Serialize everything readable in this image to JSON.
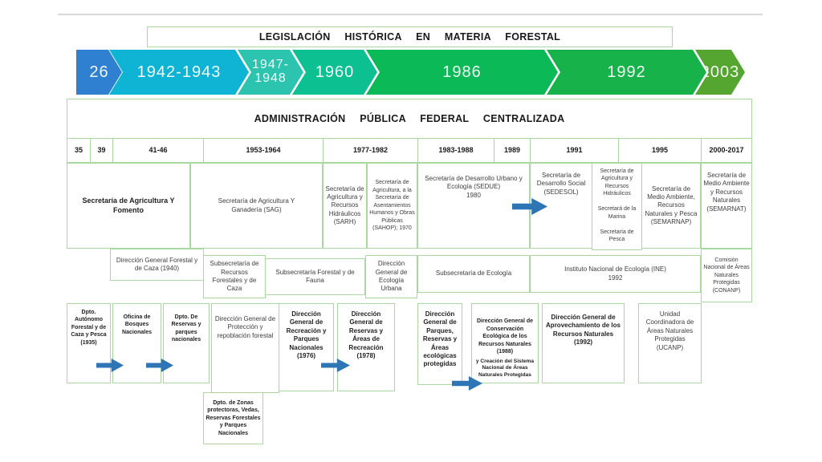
{
  "title_box": {
    "label": "LEGISLACIÓN HISTÓRICA EN MATERIA FORESTAL"
  },
  "timeline": {
    "segments": [
      {
        "label": "26",
        "color": "#2f80d0"
      },
      {
        "label": "1942-1943",
        "color": "#0fb4d4"
      },
      {
        "label": "1947-\n1948",
        "color": "#2cc4ae"
      },
      {
        "label": "1960",
        "color": "#0cc091"
      },
      {
        "label": "1986",
        "color": "#0bb956"
      },
      {
        "label": "1992",
        "color": "#17b249"
      },
      {
        "label": "2003",
        "color": "#55a631"
      }
    ]
  },
  "table": {
    "header": "ADMINISTRACIÓN PÚBLICA FEDERAL CENTRALIZADA",
    "years": [
      "35",
      "39",
      "41-46",
      "1953-1964",
      "1977-1982",
      "1983-1988",
      "1989",
      "1991",
      "1995",
      "2000-2017"
    ],
    "row1": [
      {
        "text": "Secretaría de Agricultura Y Fomento"
      },
      {
        "text": "Secretaría de Agricultura Y Ganadería (SAG)"
      },
      {
        "text": "Secretaría de Agricultura y Recursos Hidráulicos (SARH)"
      },
      {
        "text": "Secretaría de Agricultura, a la Secretaría de Asentamientos Humanos y Obras Públicas (SAHOP); 1970"
      },
      {
        "text": "Secretaría de Desarrollo Urbano y Ecología (SEDUE)\n1980"
      },
      {
        "text": "Secretaría de Desarrollo Social (SEDESOL)"
      },
      {
        "text": "Secretaría de Agricultura y Recursos Hidráulicos\n\nSecretará de la Marina\n\nSecretaría de Pesca"
      },
      {
        "text": "Secretaría de Medio Ambiente, Recursos Naturales y Pesca (SEMARNAP)"
      },
      {
        "text": "Secretaría de Medio Ambiente y Recursos Naturales (SEMARNAT)"
      }
    ],
    "row2": [
      {
        "text": "Dirección General Forestal y de Caza (1940)"
      },
      {
        "text": "Subsecretaría de Recursos Forestales y de Caza"
      },
      {
        "text": "Subsecretaría Forestal y de Fauna"
      },
      {
        "text": "Dirección General de Ecología Urbana"
      },
      {
        "text": "Subsecretaría de Ecología"
      },
      {
        "text": "Instituto Nacional de Ecología (INE)\n1992"
      },
      {
        "text": "Comisión Nacional de Áreas Naturales Protegidas (CONANP)"
      }
    ],
    "row3": [
      {
        "text": "Dpto. Autónomo Forestal y de Caza y Pesca (1935)"
      },
      {
        "text": "Oficina de Bosques Nacionales"
      },
      {
        "text": "Dpto. De Reservas y parques nacionales"
      },
      {
        "text": "Dirección General de Protección y repoblación forestal"
      },
      {
        "text": "Dirección General de Recreación y Parques Nacionales (1976)"
      },
      {
        "text": "Dirección General de Reservas y Áreas de Recreación (1978)"
      },
      {
        "text": "Dirección General de Parques, Reservas y Áreas ecológicas protegidas"
      },
      {
        "text": "Dirección General de Conservación Ecológica de los Recursos Naturales (1988)",
        "subtext": "y Creación del Sistema Nacional de Áreas Naturales Protegidas"
      },
      {
        "text": "Dirección General de Aprovechamiento de los Recursos Naturales\n(1992)"
      },
      {
        "text": "Unidad Coordinadora de Áreas Naturales Protegidas (UCANP)"
      }
    ],
    "row4": [
      {
        "text": "Dpto. de Zonas protectoras, Vedas, Reservas Forestales y Parques Nacionales"
      }
    ]
  },
  "colors": {
    "border": "#a9d9a0",
    "arrow": "#2e75b6"
  }
}
